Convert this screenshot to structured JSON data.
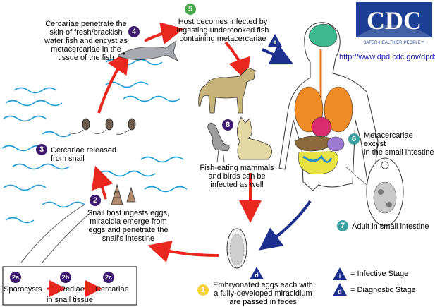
{
  "logo": {
    "text": "CDC",
    "tagline": "SAFER·HEALTHIER·PEOPLE™"
  },
  "url": "http://www.dpd.cdc.gov/dpdx",
  "colors": {
    "arrow_red": "#e8271f",
    "arrow_blue": "#1c2f8e",
    "step_purple": "#3d1a6e",
    "step_teal": "#3aa0a0",
    "step_yellow": "#f4d23a",
    "water": "#1a9bd7"
  },
  "steps": {
    "s1": {
      "num": "1",
      "text": "Embryonated eggs each with\na fully-developed miracidium\nare passed in feces"
    },
    "s2": {
      "num": "2",
      "text": "Snail host ingests eggs,\nmiracidia emerge from\neggs and penetrate the\nsnail's intestine"
    },
    "s3": {
      "num": "3",
      "text": "Cercariae released\nfrom snail"
    },
    "s4": {
      "num": "4",
      "text": "Cercariae penetrate the\nskin of fresh/brackish\nwater fish and encyst as\nmetacercariae in the\ntissue of the fish"
    },
    "s5": {
      "num": "5",
      "text": "Host becomes infected by\ningesting undercooked fish\ncontaining metacercariae"
    },
    "s6": {
      "num": "6",
      "text": "Metacercariae excyst\nin the small intestine"
    },
    "s7": {
      "num": "7",
      "text": "Adult in small intestine"
    },
    "s8": {
      "num": "8",
      "text": "Fish-eating mammals\nand birds can be\ninfected as well"
    }
  },
  "snail_stages": {
    "a": {
      "num": "2a",
      "label": "Sporocysts"
    },
    "b": {
      "num": "2b",
      "label": "Rediae"
    },
    "c": {
      "num": "2c",
      "label": "Cercariae"
    },
    "footer": "in snail tissue"
  },
  "legend": {
    "infective": {
      "symbol": "i",
      "label": "= Infective Stage"
    },
    "diagnostic": {
      "symbol": "d",
      "label": "= Diagnostic Stage"
    }
  }
}
